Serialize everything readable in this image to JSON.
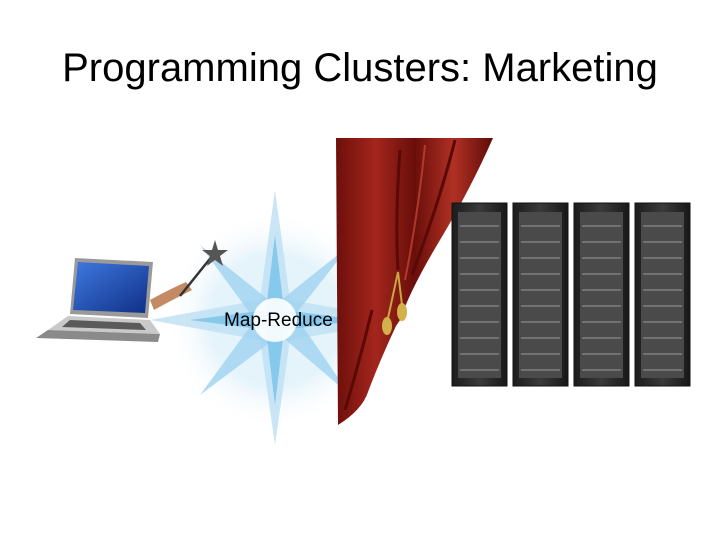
{
  "slide": {
    "title": "Programming Clusters: Marketing",
    "star_label": "Map-Reduce"
  },
  "illustration": {
    "icons": [
      "laptop-icon",
      "magic-wand-icon",
      "starburst-icon",
      "curtain-icon",
      "server-rack-icon"
    ],
    "server_rack_count": 4
  },
  "colors": {
    "background": "#ffffff",
    "title_text": "#000000",
    "star": "#7fc4ec",
    "curtain": "#8b1a14",
    "server": "#2a2a2a",
    "laptop_screen": "#1c4fb5"
  }
}
